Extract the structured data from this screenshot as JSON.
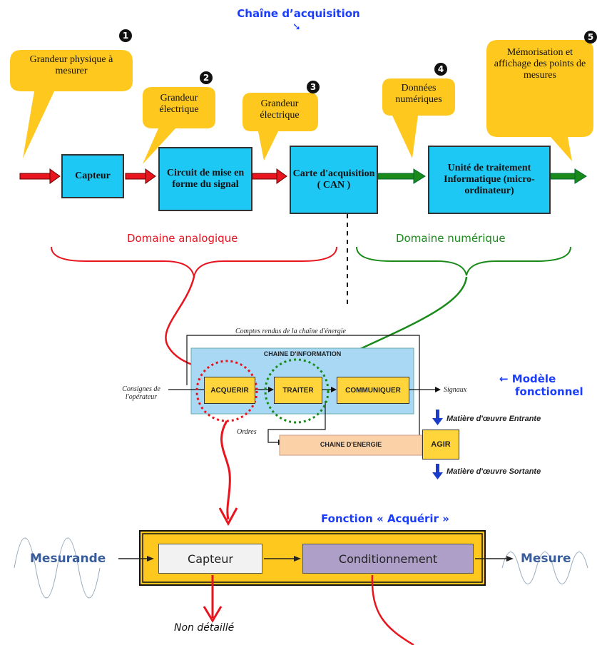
{
  "header": {
    "title": "Chaîne d’acquisition",
    "arrow_glyph": "➘"
  },
  "callouts": [
    {
      "num": "❶",
      "text": "Grandeur physique à mesurer"
    },
    {
      "num": "❷",
      "text": "Grandeur électrique"
    },
    {
      "num": "❸",
      "text": "Grandeur électrique"
    },
    {
      "num": "❹",
      "text": "Données numériques"
    },
    {
      "num": "❺",
      "text": "Mémorisation et affichage des points de mesures"
    }
  ],
  "blocks": [
    {
      "label": "Capteur"
    },
    {
      "label": "Circuit de mise en forme du signal"
    },
    {
      "label": "Carte d'acquisition ( CAN )"
    },
    {
      "label": "Unité de traitement Informatique (micro-ordinateur)"
    }
  ],
  "domains": {
    "analog": "Domaine analogique",
    "digital": "Domaine numérique"
  },
  "model_label": {
    "line1": "← Modèle",
    "line2": "fonctionnel"
  },
  "functional": {
    "comptes_rendus": "Comptes rendus de la chaîne d'énergie",
    "chaine_information": "CHAINE D'INFORMATION",
    "acquerir": "ACQUERIR",
    "traiter": "TRAITER",
    "communiquer": "COMMUNIQUER",
    "consignes": "Consignes de l'opérateur",
    "signaux": "Signaux",
    "ordres": "Ordres",
    "chaine_energie": "CHAINE D'ENERGIE",
    "agir": "AGIR",
    "matiere_entrante": "Matière d'œuvre Entrante",
    "matiere_sortante": "Matière d'œuvre Sortante"
  },
  "acquerir_function": {
    "title": "Fonction « Acquérir »",
    "input": "Mesurande",
    "capteur": "Capteur",
    "conditionnement": "Conditionnement",
    "output": "Mesure",
    "note": "Non détaillé"
  },
  "colors": {
    "block": "#1ec8f5",
    "callout": "#ffc81e",
    "analog": "#e8141e",
    "digital": "#1a8a1a",
    "accent_blue": "#1a3cff"
  }
}
